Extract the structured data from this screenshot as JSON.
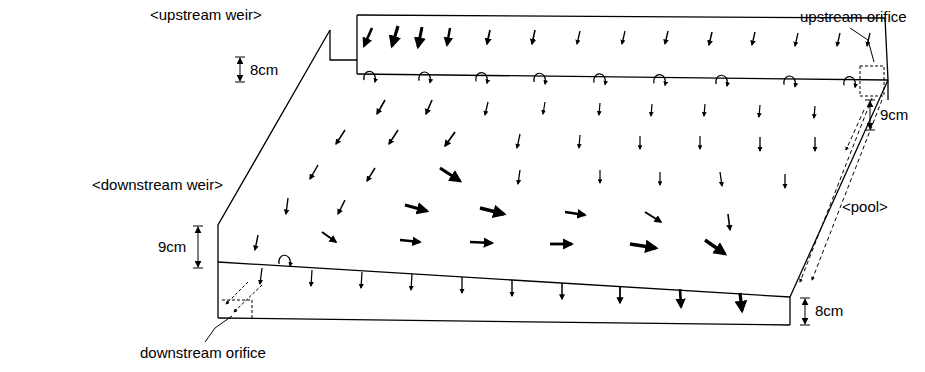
{
  "diagram": {
    "labels": [
      "<upstream weir>",
      "8cm",
      "upstream orifice",
      "9cm",
      "<downstream weir>",
      "9cm",
      "<pool>",
      "8cm",
      "downstream orifice"
    ]
  }
}
